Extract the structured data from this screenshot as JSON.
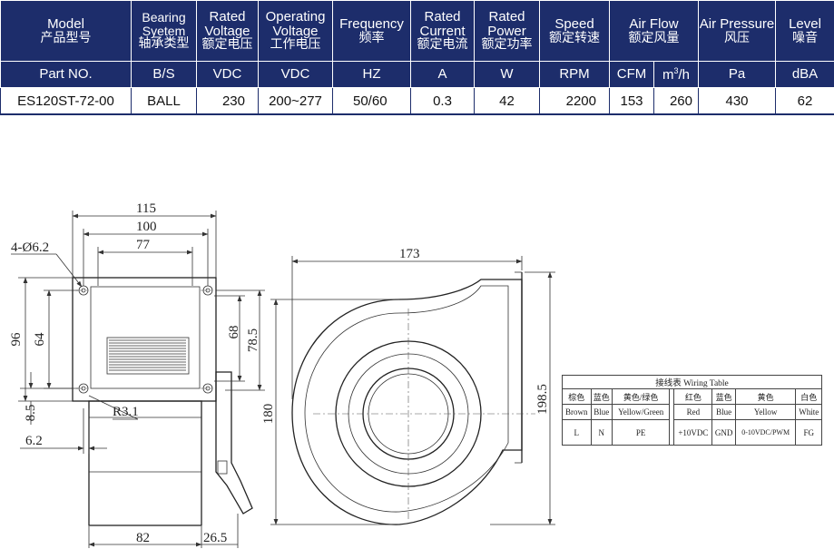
{
  "spec": {
    "headers": [
      {
        "en": "Model",
        "cn": "产品型号"
      },
      {
        "en": "Bearing Syetem",
        "cn": "轴承类型"
      },
      {
        "en": "Rated Voltage",
        "cn": "额定电压"
      },
      {
        "en": "Operating Voltage",
        "cn": "工作电压"
      },
      {
        "en": "Frequency",
        "cn": "频率"
      },
      {
        "en": "Rated Current",
        "cn": "额定电流"
      },
      {
        "en": "Rated Power",
        "cn": "额定功率"
      },
      {
        "en": "Speed",
        "cn": "额定转速"
      },
      {
        "en": "Air Flow",
        "cn": "额定风量"
      },
      {
        "en": "Air Pressure",
        "cn": "风压"
      },
      {
        "en": "Level",
        "cn": "噪音"
      }
    ],
    "units": [
      "Part NO.",
      "B/S",
      "VDC",
      "VDC",
      "HZ",
      "A",
      "W",
      "RPM",
      "CFM",
      "m3/h",
      "Pa",
      "dBA"
    ],
    "row": {
      "part_no": "ES120ST-72-00",
      "bearing": "BALL",
      "rated_voltage": "230",
      "operating_voltage": "200~277",
      "frequency": "50/60",
      "current": "0.3",
      "power": "42",
      "speed": "2200",
      "cfm": "153",
      "m3h": "260",
      "pressure": "430",
      "noise": "62"
    }
  },
  "drawing": {
    "side_view": {
      "d115": "115",
      "d100": "100",
      "d77": "77",
      "holes": "4-Ø6.2",
      "d96": "96",
      "d64": "64",
      "d68": "68",
      "d78_5": "78.5",
      "d8_5": "8.5",
      "r3_1": "R3.1",
      "d6_2": "6.2",
      "d82": "82",
      "d26_5": "26.5"
    },
    "front_view": {
      "d173": "173",
      "d180": "180",
      "d198_5": "198.5"
    }
  },
  "wiring_table": {
    "title": "接线表 Wiring Table",
    "columns": [
      {
        "cn": "棕色",
        "en": "Brown",
        "value": "L"
      },
      {
        "cn": "蓝色",
        "en": "Blue",
        "value": "N"
      },
      {
        "cn": "黄色/绿色",
        "en": "Yellow/Green",
        "value": "PE"
      },
      {
        "cn": "红色",
        "en": "Red",
        "value": "+10VDC"
      },
      {
        "cn": "蓝色",
        "en": "Blue",
        "value": "GND"
      },
      {
        "cn": "黄色",
        "en": "Yellow",
        "value": "0-10VDC/PWM"
      },
      {
        "cn": "白色",
        "en": "White",
        "value": "FG"
      }
    ]
  }
}
